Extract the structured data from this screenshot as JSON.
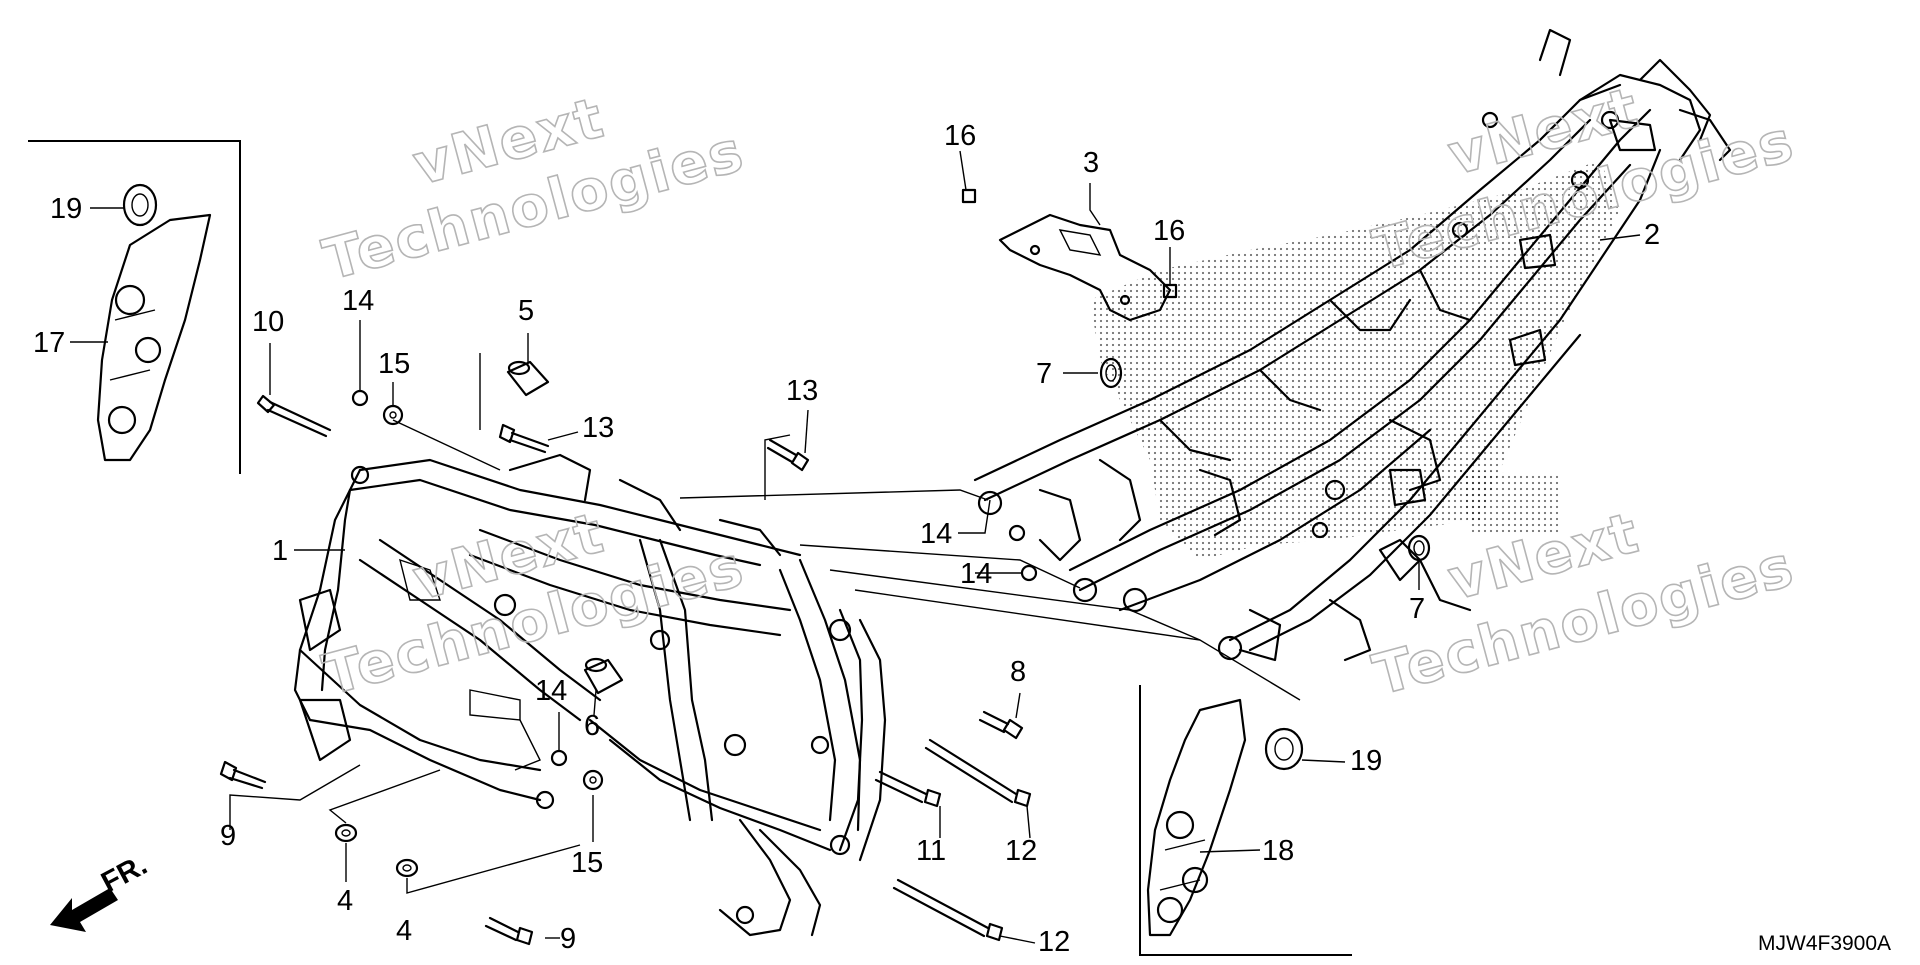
{
  "diagram": {
    "code": "MJW4F3900A",
    "direction_label": "FR.",
    "watermark": {
      "line1": "vNext",
      "line2": "Technologies"
    },
    "callouts": [
      {
        "id": "c1",
        "label": "1"
      },
      {
        "id": "c2",
        "label": "2"
      },
      {
        "id": "c3",
        "label": "3"
      },
      {
        "id": "c4a",
        "label": "4"
      },
      {
        "id": "c4b",
        "label": "4"
      },
      {
        "id": "c5",
        "label": "5"
      },
      {
        "id": "c6",
        "label": "6"
      },
      {
        "id": "c7a",
        "label": "7"
      },
      {
        "id": "c7b",
        "label": "7"
      },
      {
        "id": "c8",
        "label": "8"
      },
      {
        "id": "c9a",
        "label": "9"
      },
      {
        "id": "c9b",
        "label": "9"
      },
      {
        "id": "c10",
        "label": "10"
      },
      {
        "id": "c11",
        "label": "11"
      },
      {
        "id": "c12a",
        "label": "12"
      },
      {
        "id": "c12b",
        "label": "12"
      },
      {
        "id": "c13a",
        "label": "13"
      },
      {
        "id": "c13b",
        "label": "13"
      },
      {
        "id": "c14a",
        "label": "14"
      },
      {
        "id": "c14b",
        "label": "14"
      },
      {
        "id": "c14c",
        "label": "14"
      },
      {
        "id": "c14d",
        "label": "14"
      },
      {
        "id": "c15a",
        "label": "15"
      },
      {
        "id": "c15b",
        "label": "15"
      },
      {
        "id": "c16a",
        "label": "16"
      },
      {
        "id": "c16b",
        "label": "16"
      },
      {
        "id": "c17",
        "label": "17"
      },
      {
        "id": "c18",
        "label": "18"
      },
      {
        "id": "c19a",
        "label": "19"
      },
      {
        "id": "c19b",
        "label": "19"
      }
    ]
  }
}
